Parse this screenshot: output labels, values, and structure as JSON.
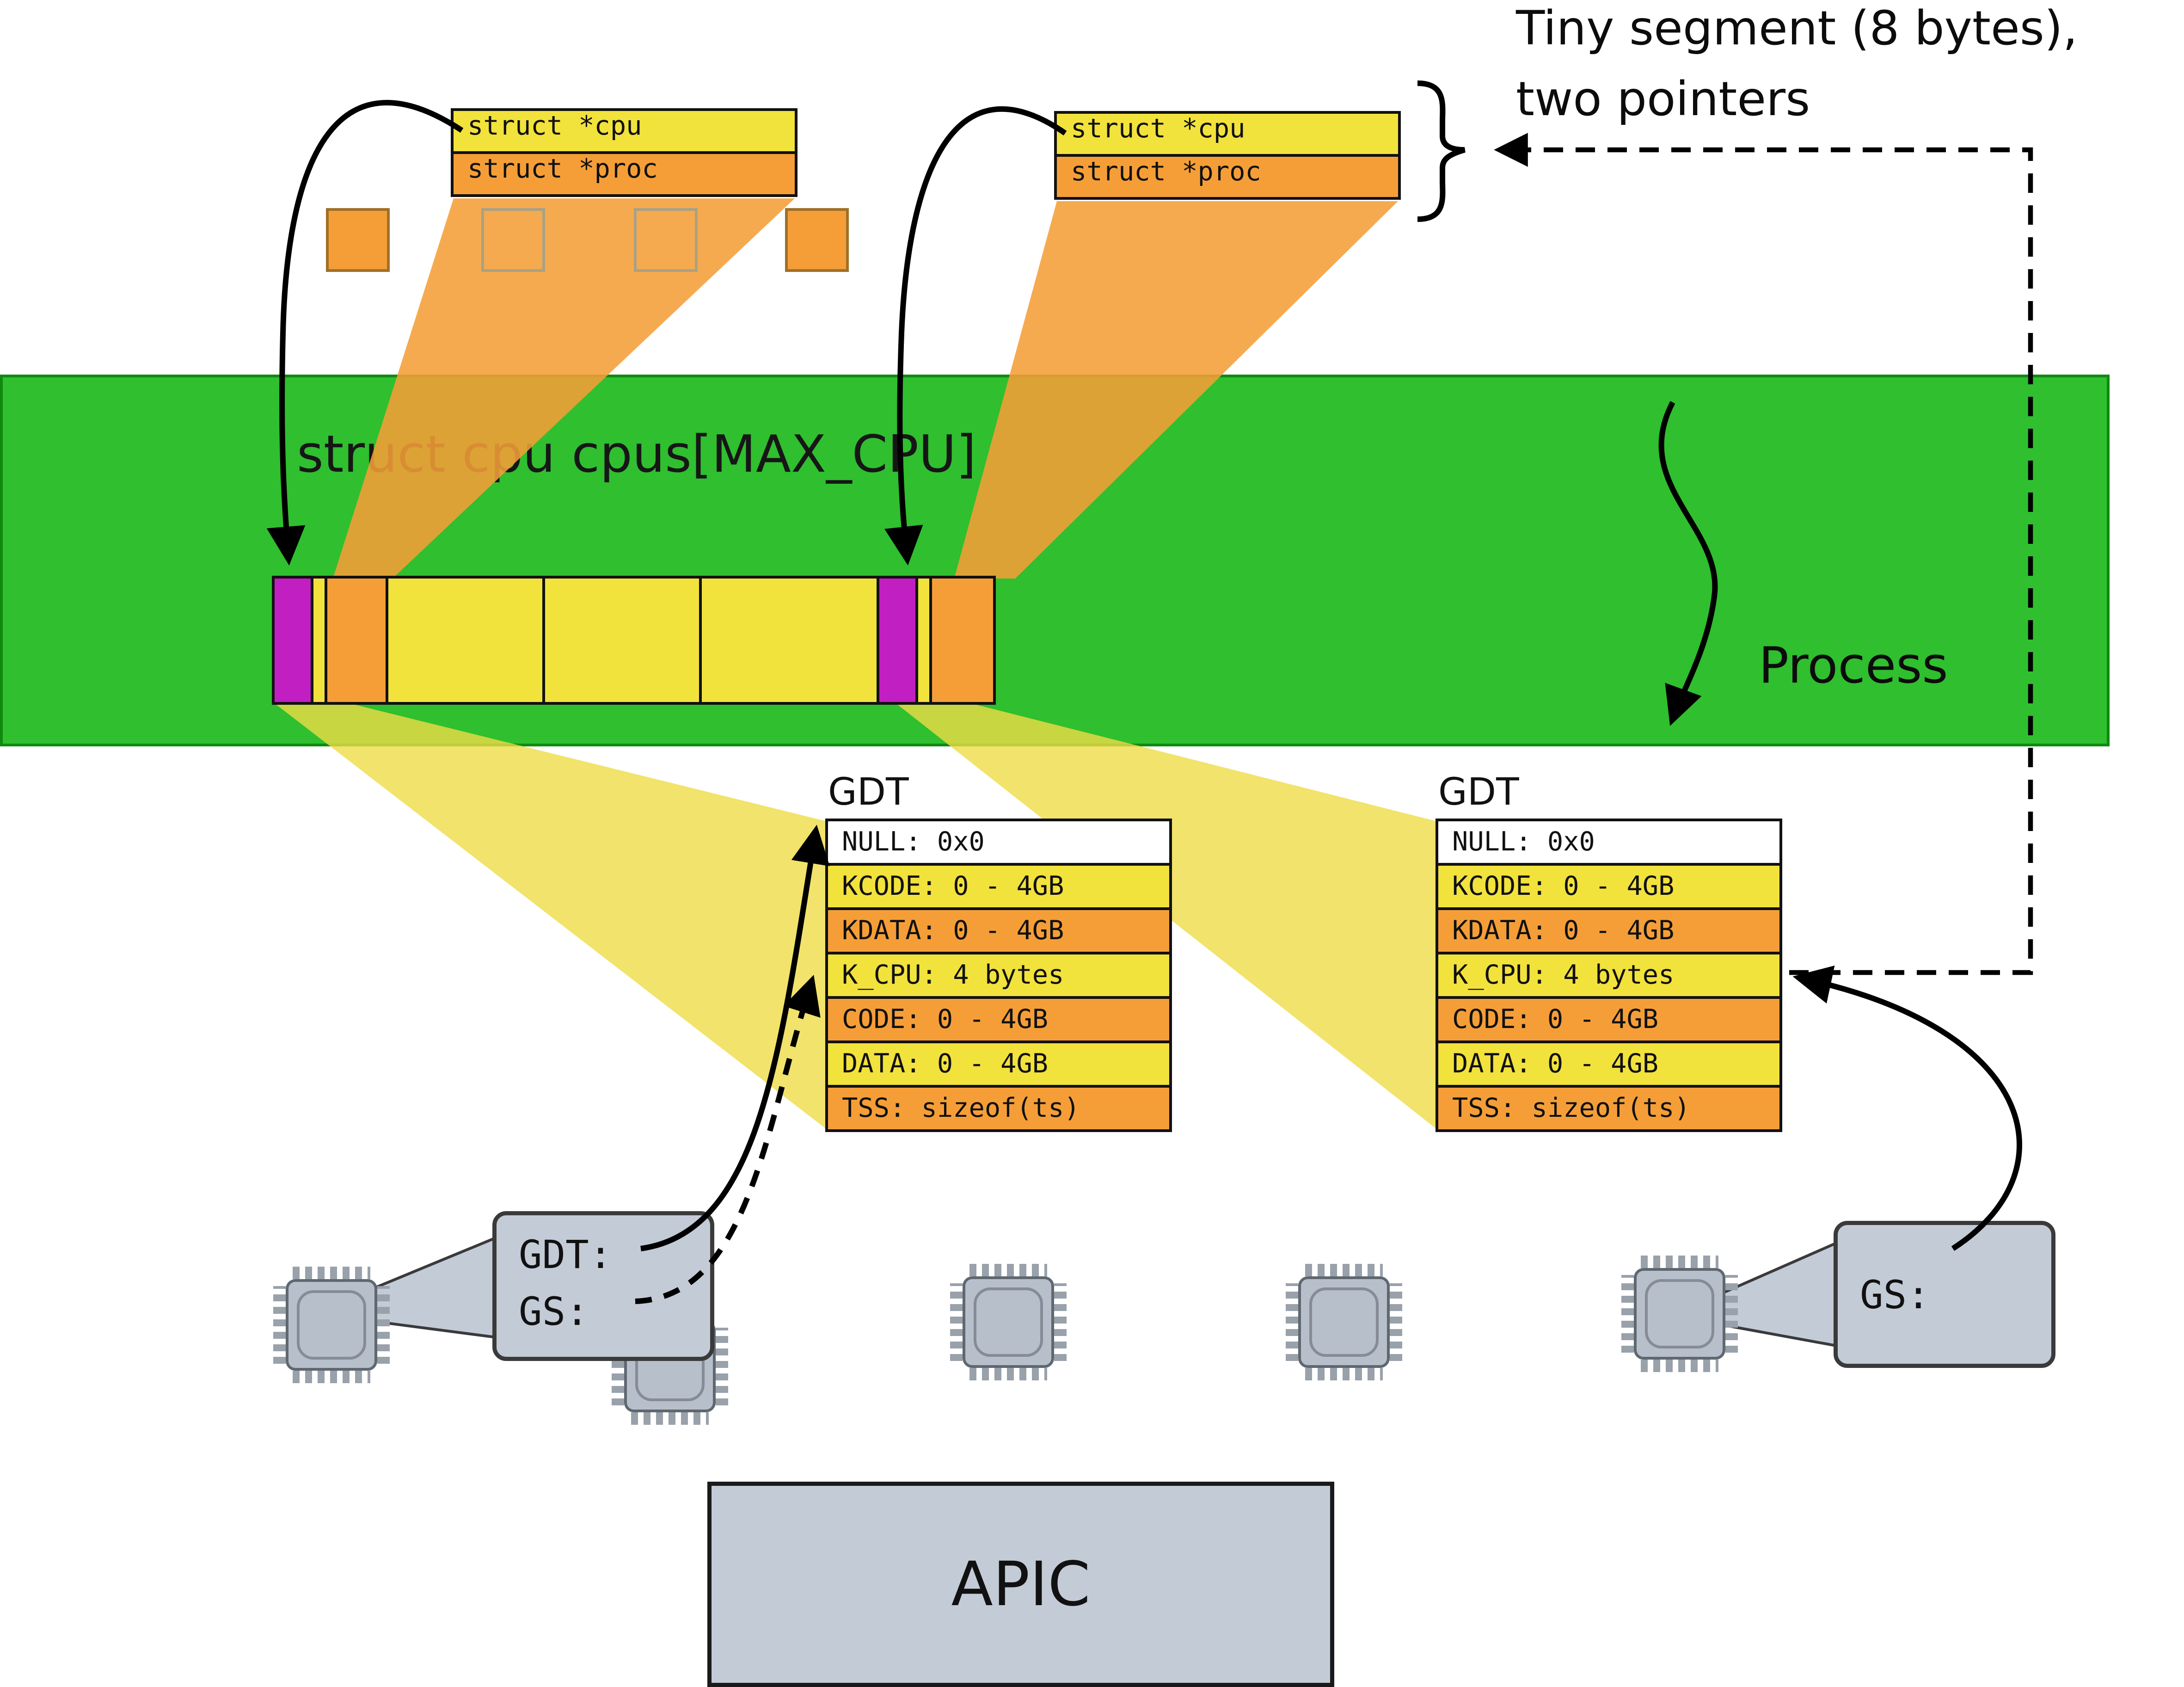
{
  "colors": {
    "green": "#2fbf2f",
    "yellow": "#f2e23c",
    "orange": "#f59e38",
    "magenta": "#c21fc2",
    "fan-yellow": "#eedc46",
    "fan-orange": "#f59e38",
    "chip": "#b7bfcb",
    "chip-edge": "#5f6770",
    "pin": "#99a1ab",
    "box": "#c3cbd7"
  },
  "annotation": {
    "line1": "Tiny segment (8 bytes),",
    "line2": "two pointers"
  },
  "struct_box": {
    "rows": [
      {
        "label": "struct *cpu"
      },
      {
        "label": "struct *proc"
      }
    ]
  },
  "band": {
    "label": "struct cpu cpus[MAX_CPU]"
  },
  "process_label": "Process",
  "gdt": {
    "title": "GDT",
    "rows": [
      {
        "label": "NULL: 0x0"
      },
      {
        "label": "KCODE: 0 - 4GB"
      },
      {
        "label": "KDATA: 0 - 4GB"
      },
      {
        "label": "K_CPU: 4 bytes"
      },
      {
        "label": "CODE: 0 - 4GB"
      },
      {
        "label": "DATA: 0 - 4GB"
      },
      {
        "label": "TSS: sizeof(ts)"
      }
    ]
  },
  "cpu_left_callout": {
    "gdt_label": "GDT:",
    "gs_label": "GS:"
  },
  "cpu_right_callout": {
    "gs_label": "GS:"
  },
  "apic_label": "APIC"
}
